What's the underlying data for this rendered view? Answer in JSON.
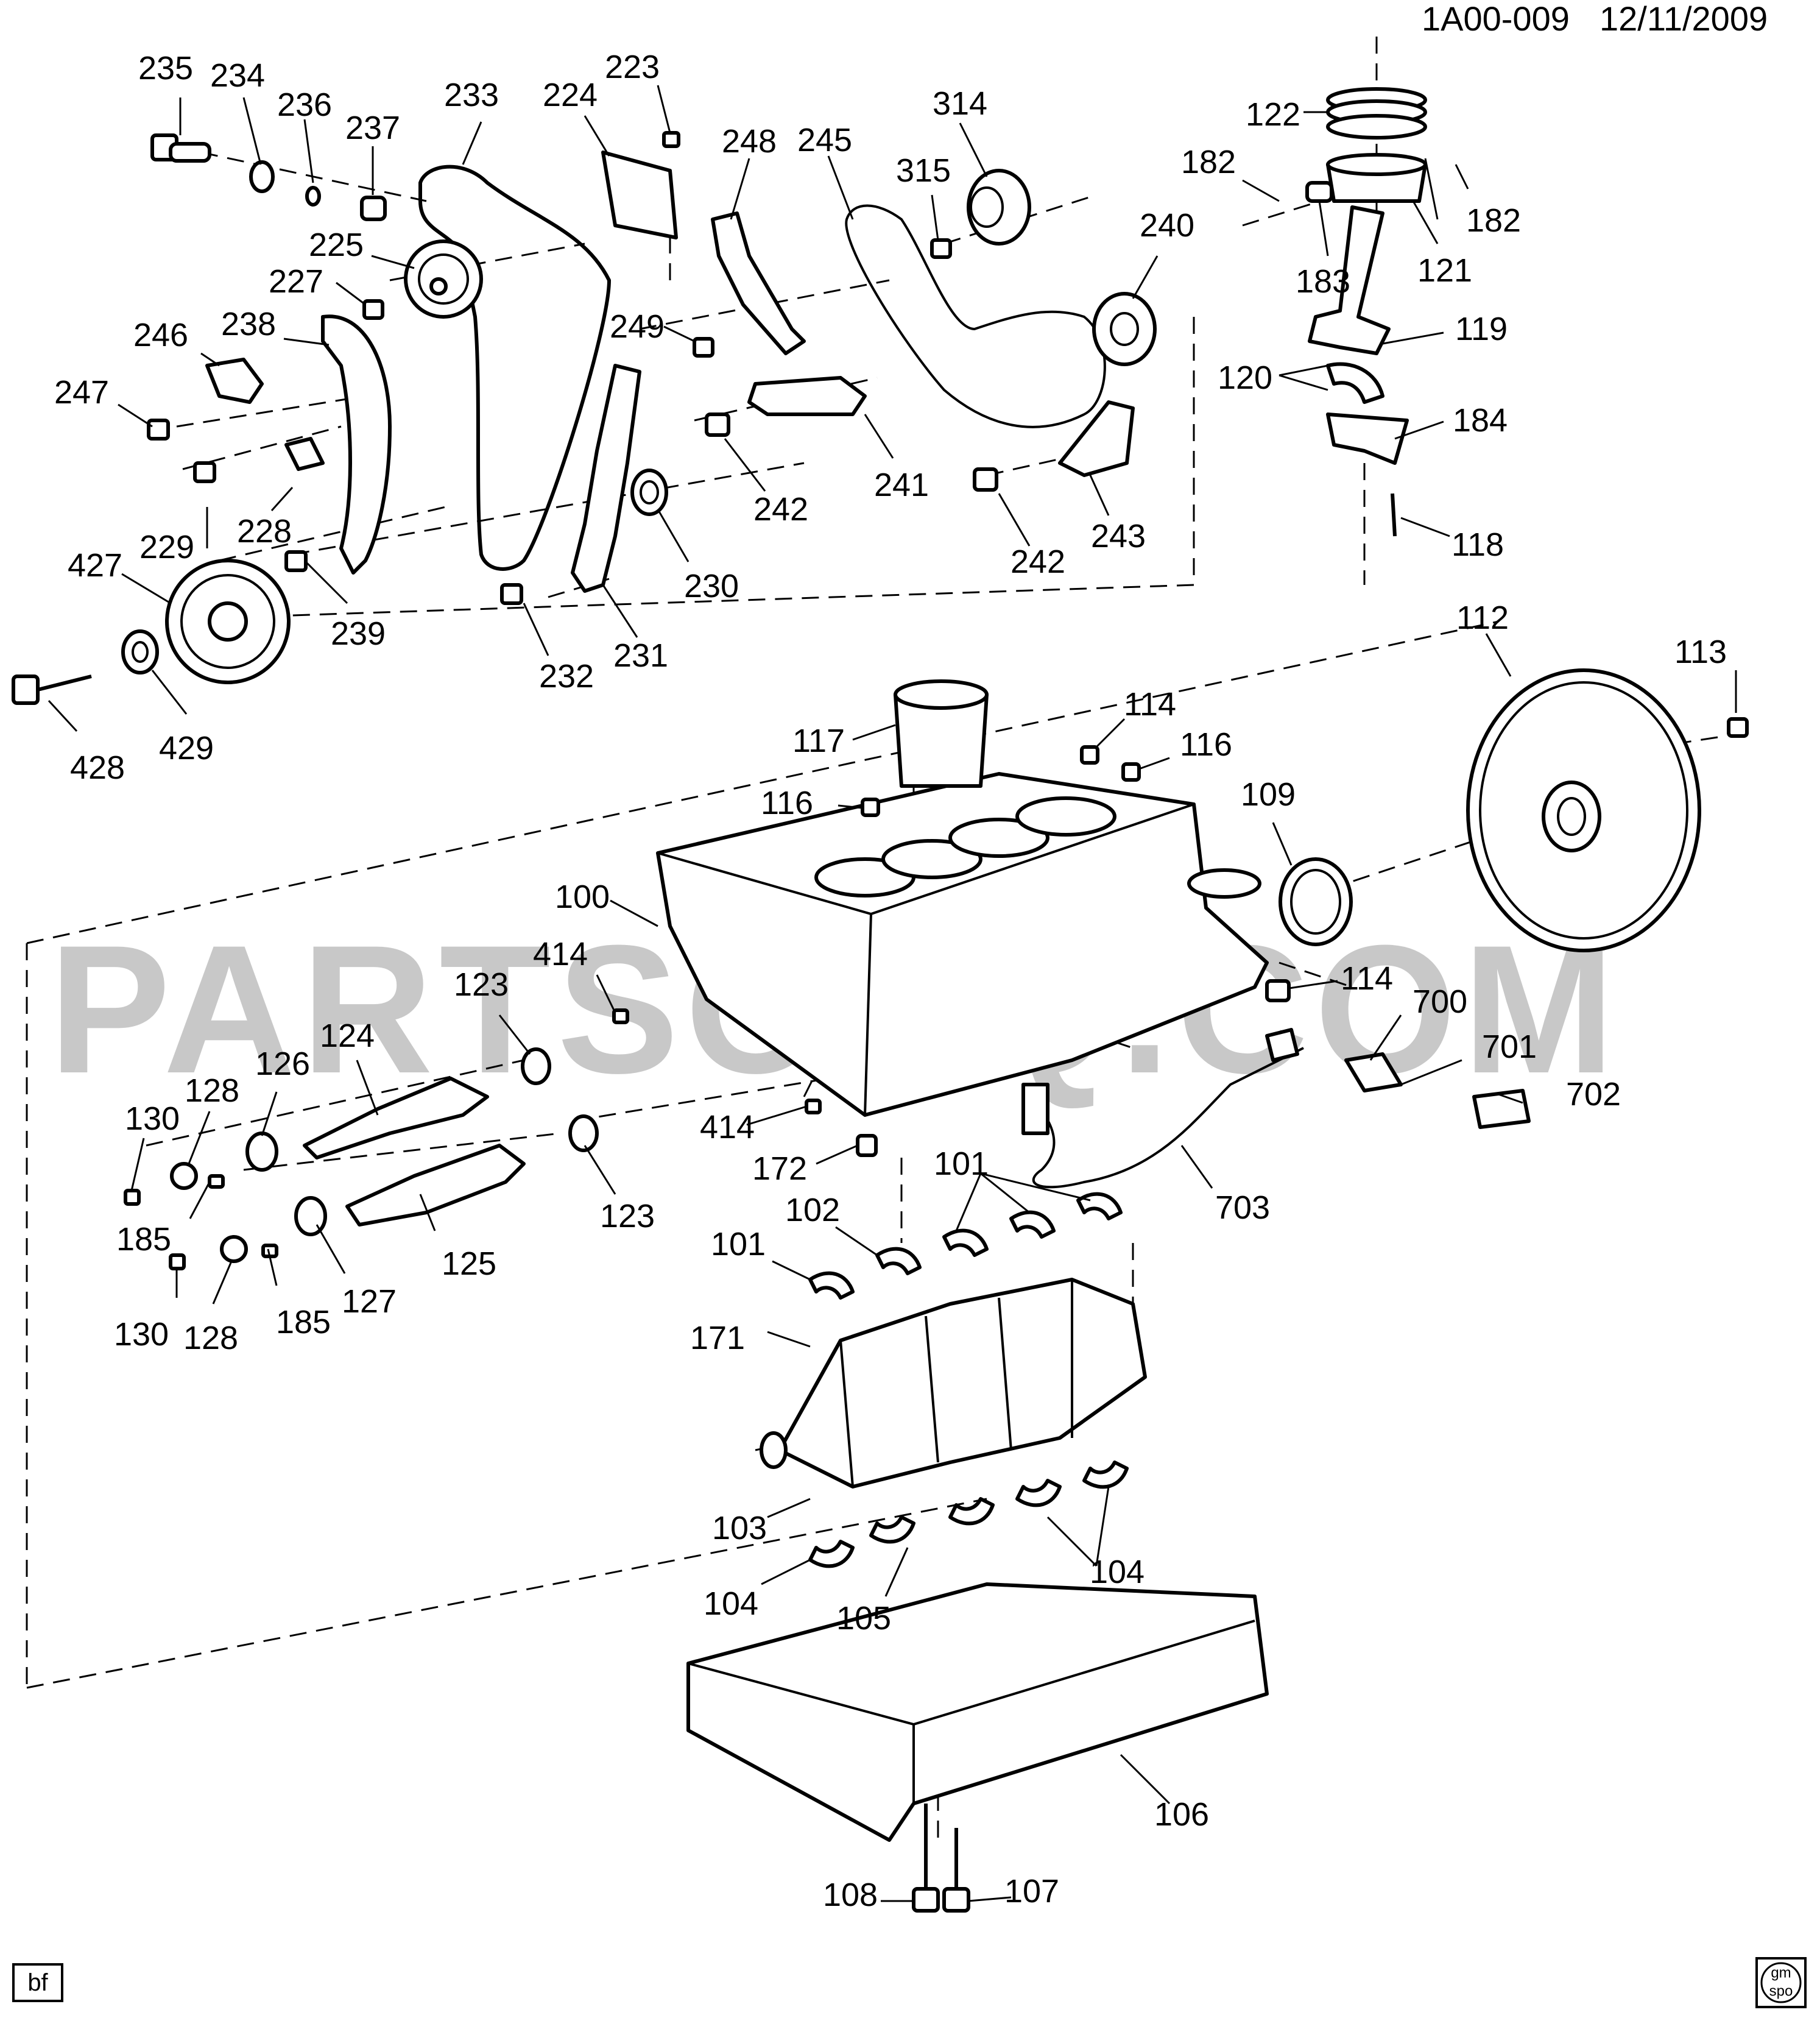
{
  "header": {
    "code": "1A00-009",
    "date": "12/11/2009"
  },
  "watermark": "PARTSOUQ.COM",
  "badges": {
    "left": "bf",
    "right_top": "gm",
    "right_bottom": "spo"
  },
  "callouts": [
    "235",
    "234",
    "236",
    "237",
    "233",
    "224",
    "223",
    "248",
    "245",
    "314",
    "315",
    "122",
    "182",
    "182",
    "183",
    "121",
    "240",
    "225",
    "227",
    "249",
    "246",
    "238",
    "247",
    "120",
    "119",
    "184",
    "241",
    "242",
    "242",
    "243",
    "229",
    "228",
    "118",
    "427",
    "239",
    "230",
    "232",
    "231",
    "428",
    "429",
    "112",
    "113",
    "117",
    "114",
    "116",
    "116",
    "109",
    "100",
    "414",
    "123",
    "114",
    "700",
    "701",
    "702",
    "124",
    "126",
    "128",
    "130",
    "185",
    "414",
    "172",
    "101",
    "703",
    "123",
    "125",
    "102",
    "101",
    "185",
    "127",
    "130",
    "128",
    "171",
    "103",
    "104",
    "104",
    "105",
    "106",
    "108",
    "107"
  ]
}
